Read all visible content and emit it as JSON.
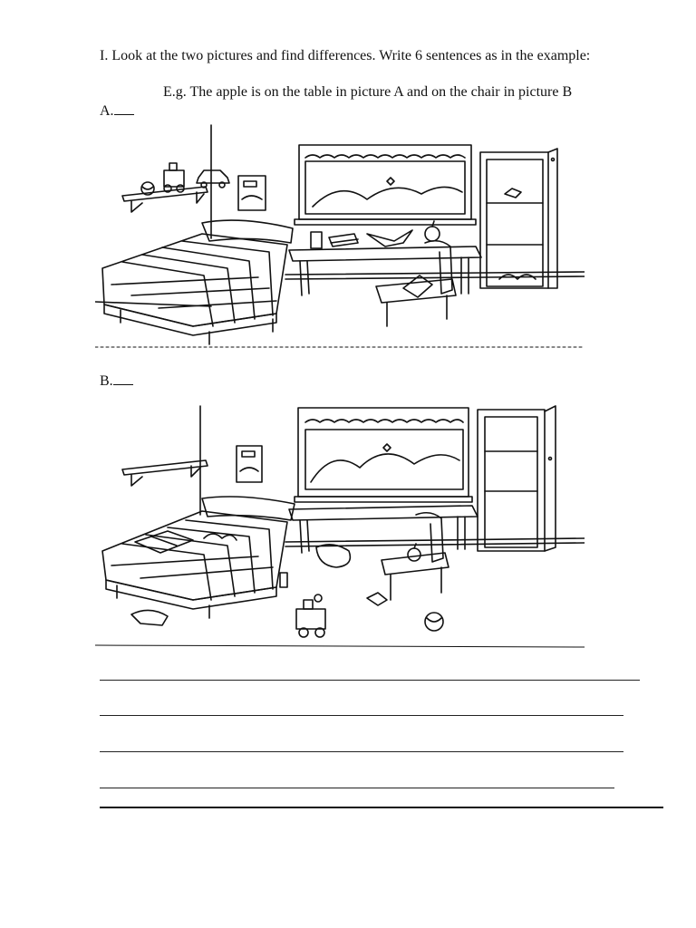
{
  "worksheet": {
    "instruction": "I. Look at the two pictures and find differences. Write 6 sentences as in the example:",
    "example": "E.g. The apple is on the table in picture A and on the chair in picture B",
    "picture_a_label": "A.",
    "picture_b_label": "B."
  },
  "answer_lines": [
    {
      "kind": "thin"
    },
    {
      "kind": "thin"
    },
    {
      "kind": "thin"
    },
    {
      "kind": "thin"
    },
    {
      "kind": "thick"
    }
  ]
}
